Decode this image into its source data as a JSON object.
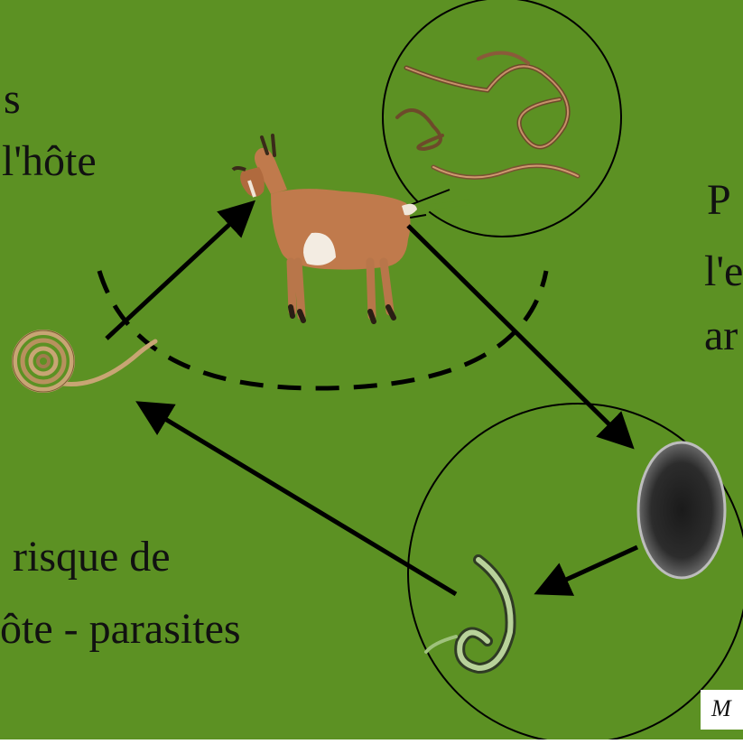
{
  "diagram": {
    "background": "#5c9123",
    "text": {
      "top_left_line1": "s",
      "top_left_line2": "l'hôte",
      "right_line1": "P",
      "right_line2": "l'e",
      "right_line3": "ar",
      "bottom_left_line1": "risque de",
      "bottom_left_line2": "ôte - parasites",
      "caption": "M"
    },
    "icons": {
      "host": "goat-icon",
      "adult_worms": "adult-worms-icon",
      "larva_infective": "coiled-larva-icon",
      "egg": "egg-icon",
      "larva_hatching": "hatching-larva-icon"
    }
  }
}
